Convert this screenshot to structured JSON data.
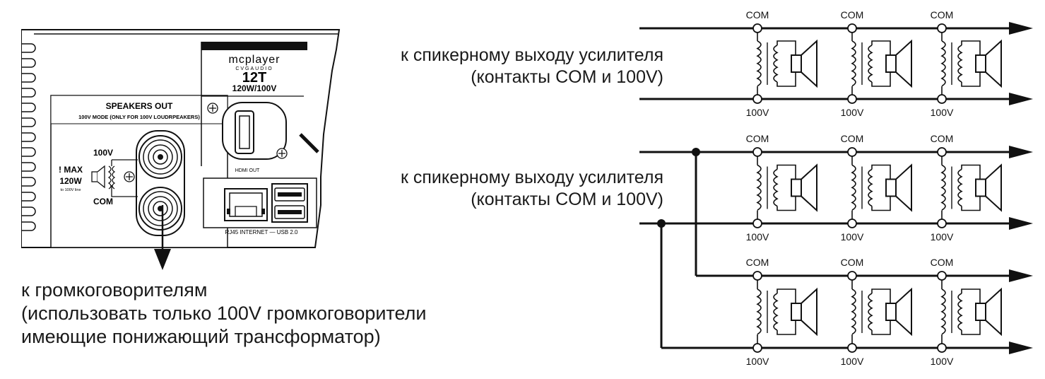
{
  "amplifier": {
    "brand": "mcplayer",
    "series": "CVGAUDIO",
    "model": "12T",
    "power": "120W/100V",
    "speakers_out": {
      "title": "SPEAKERS OUT",
      "subtitle": "100V MODE (ONLY FOR 100V LOUDRPEAKERS)",
      "label_100v": "100V",
      "label_com": "COM",
      "warn_max": "! MAX",
      "warn_watts": "120W",
      "warn_small": "to 100V line"
    },
    "hdmi_label": "HDMI OUT",
    "ports_label": "RJ45 INTERNET — USB 2.0"
  },
  "captions": {
    "top_line1": "к спикерному выходу усилителя",
    "top_line2": "(контакты COM и 100V)",
    "mid_line1": "к спикерному выходу усилителя",
    "mid_line2": "(контакты COM и 100V)",
    "bottom_line1": "к громкоговорителям",
    "bottom_line2": "(использовать только 100V громкоговорители",
    "bottom_line3": "имеющие понижающий  трансформатор)"
  },
  "wiring": {
    "com_label": "COM",
    "v100_label": "100V",
    "groups": [
      {
        "id": "group-1",
        "speakers": 3
      },
      {
        "id": "group-2",
        "speakers": 3
      },
      {
        "id": "group-3",
        "speakers": 3
      }
    ]
  }
}
